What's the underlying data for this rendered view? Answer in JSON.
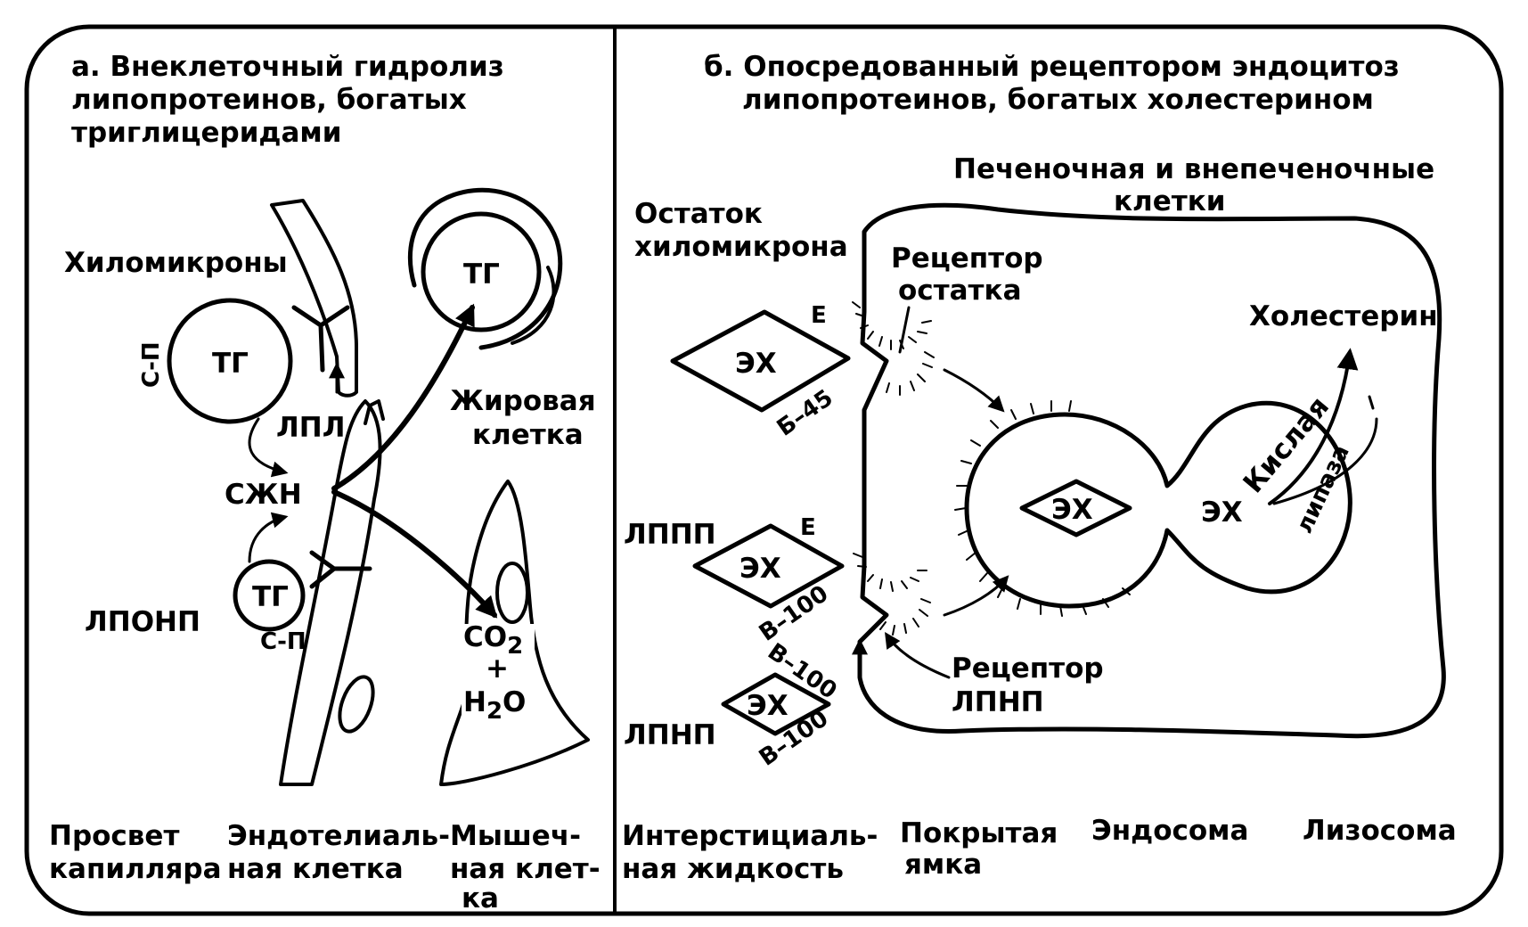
{
  "panel_a": {
    "title": [
      "а. Внеклеточный гидролиз",
      "липопротеинов, богатых",
      "триглицеридами"
    ],
    "chylomicrons": "Хиломикроны",
    "tg": "ТГ",
    "cp": "С-П",
    "lpl": "ЛПЛ",
    "szhn": "СЖН",
    "vldl": "ЛПОНП",
    "fat_cell": [
      "Жировая",
      "клетка"
    ],
    "co2": "CO",
    "co2_sub": "2",
    "plus": "+",
    "h2o_h": "H",
    "h2o_sub": "2",
    "h2o_o": "O",
    "bottom_lumen": [
      "Просвет",
      "капилляра"
    ],
    "bottom_endothelial": [
      "Эндотелиаль-",
      "ная клетка"
    ],
    "bottom_muscle": [
      "Мышеч-",
      "ная клет-",
      "ка"
    ]
  },
  "panel_b": {
    "title": [
      "б. Опосредованный рецептором эндоцитоз",
      "липопротеинов, богатых холестерином"
    ],
    "cells_label": [
      "Печеночная и внепеченочные",
      "клетки"
    ],
    "remnant": [
      "Остаток",
      "хиломикрона"
    ],
    "remnant_receptor": [
      "Рецептор",
      "остатка"
    ],
    "cholesterol": "Холестерин",
    "eh": "ЭХ",
    "apo_e": "Е",
    "apo_b45": "Б–45",
    "apo_b100": "В–100",
    "idl": "ЛППП",
    "ldl": "ЛПНП",
    "acid_lipase": [
      "Кислая",
      "липаза"
    ],
    "ldl_receptor": [
      "Рецептор",
      "ЛПНП"
    ],
    "bottom_interstitial": [
      "Интерстициаль-",
      "ная жидкость"
    ],
    "bottom_pit": [
      "Покрытая",
      "ямка"
    ],
    "bottom_endosome": "Эндосома",
    "bottom_lysosome": "Лизосома"
  }
}
